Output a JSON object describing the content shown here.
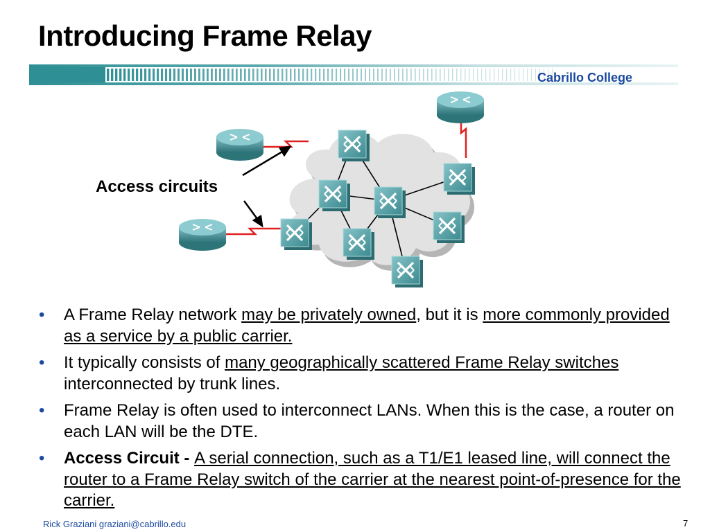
{
  "slide": {
    "title": "Introducing Frame Relay",
    "brand": "Cabrillo College",
    "callout": "Access circuits",
    "bullets": [
      {
        "segments": [
          {
            "text": "A Frame Relay network ",
            "style": "plain"
          },
          {
            "text": "may be privately owned",
            "style": "underline"
          },
          {
            "text": ", but it is ",
            "style": "plain"
          },
          {
            "text": "more commonly provided as a service by a public carrier.",
            "style": "underline"
          }
        ]
      },
      {
        "segments": [
          {
            "text": "It typically consists of ",
            "style": "plain"
          },
          {
            "text": "many geographically scattered Frame Relay switches",
            "style": "underline"
          },
          {
            "text": " interconnected by trunk lines.",
            "style": "plain"
          }
        ]
      },
      {
        "segments": [
          {
            "text": "Frame Relay is often used to interconnect LANs. When this is the case, a router on each LAN will be the DTE.",
            "style": "plain"
          }
        ]
      },
      {
        "segments": [
          {
            "text": "Access Circuit - ",
            "style": "bold"
          },
          {
            "text": "A serial connection, such as a T1/E1 leased line, will connect the router to a Frame Relay switch of the carrier at the nearest point-of-presence for the carrier.",
            "style": "underline"
          }
        ]
      }
    ],
    "footer": {
      "author": "Rick Graziani  graziani@cabrillo.edu",
      "page": "7"
    }
  },
  "colors": {
    "accent": "#1a4aa0",
    "teal": "#2e8f94",
    "cloud": "#dcdcdc",
    "wan_link": "#e02020"
  },
  "icons": [
    "router-icon",
    "switch-icon",
    "cloud-icon",
    "wan-link-icon",
    "arrow-icon"
  ]
}
